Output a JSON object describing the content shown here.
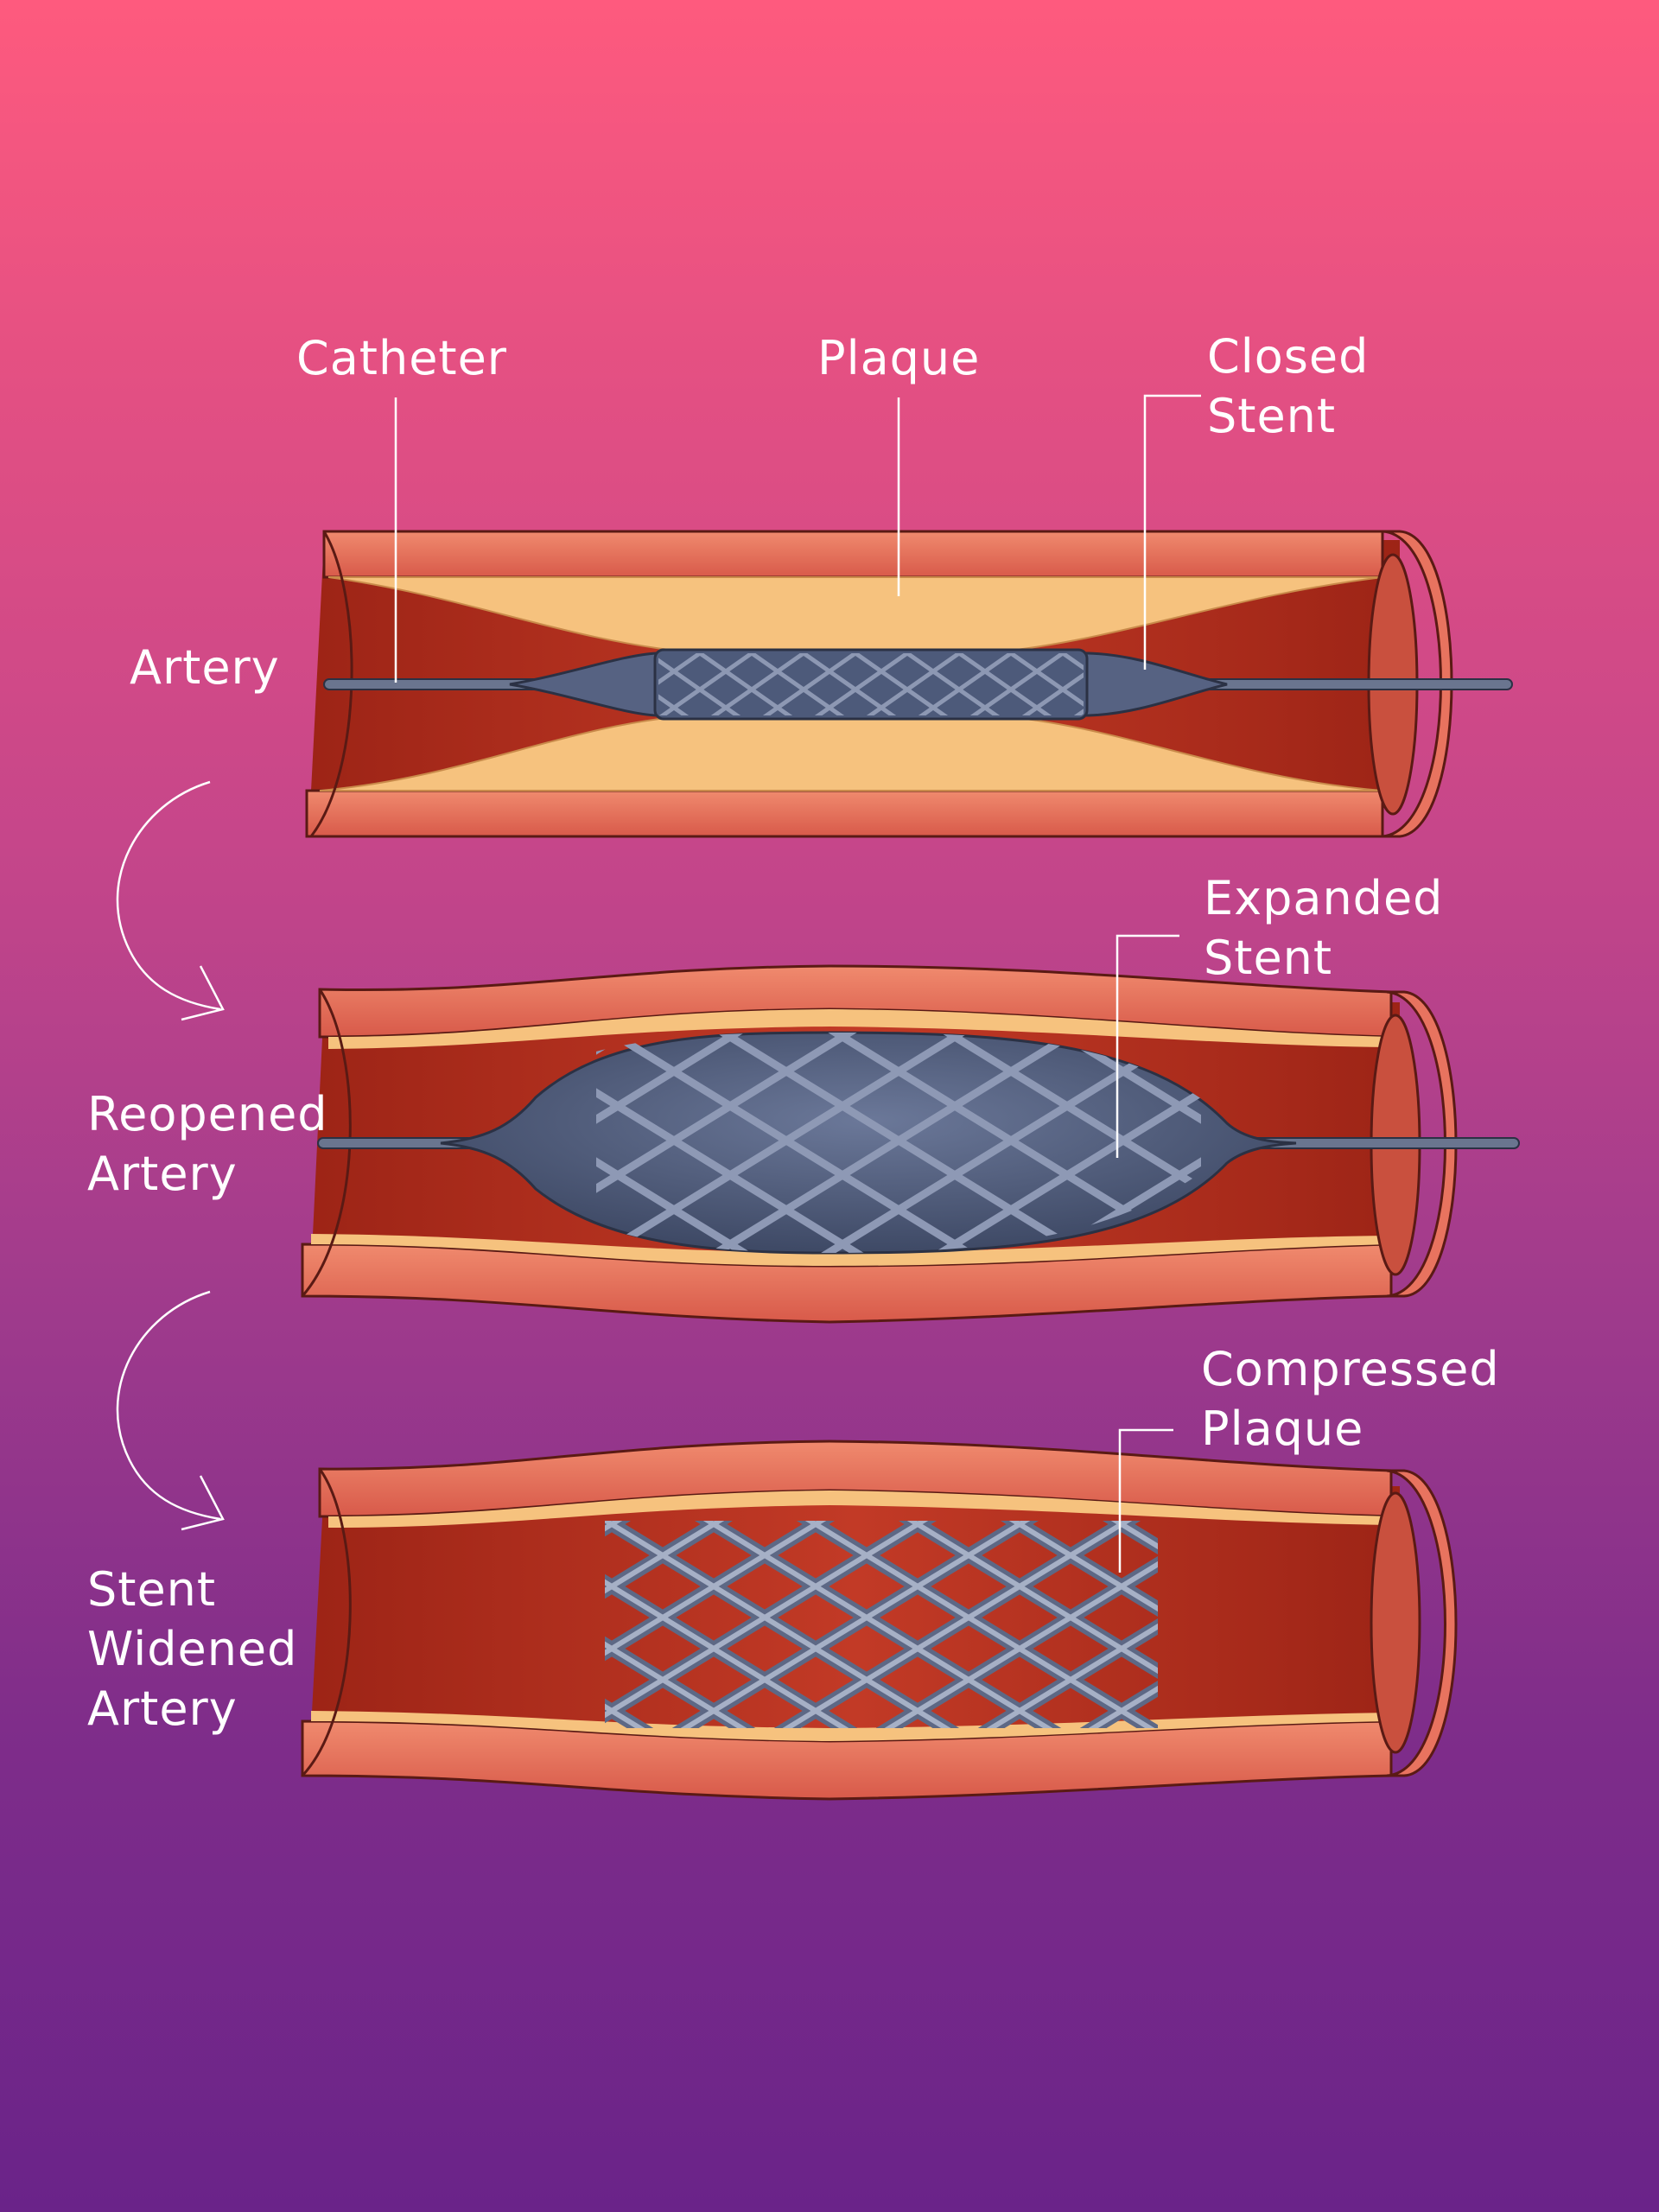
{
  "labels": {
    "catheter": "Catheter",
    "plaque": "Plaque",
    "closed_stent": [
      "Closed",
      "Stent"
    ],
    "artery": "Artery",
    "expanded_stent": [
      "Expanded",
      "Stent"
    ],
    "reopened_artery": [
      "Reopened",
      "Artery"
    ],
    "compressed_plaque": [
      "Compressed",
      "Plaque"
    ],
    "stent_widened_artery": [
      "Stent",
      "Widened",
      "Artery"
    ]
  },
  "colors": {
    "background_top": "#fe5a7e",
    "background_bottom": "#6a2389",
    "artery_wall": "#e8735f",
    "lumen": "#b3301f",
    "plaque": "#f6c27e",
    "stent": "#5a6680",
    "balloon": "#4b5878",
    "label_text": "#ffffff"
  },
  "icons": [
    "arrow-curve-icon"
  ]
}
